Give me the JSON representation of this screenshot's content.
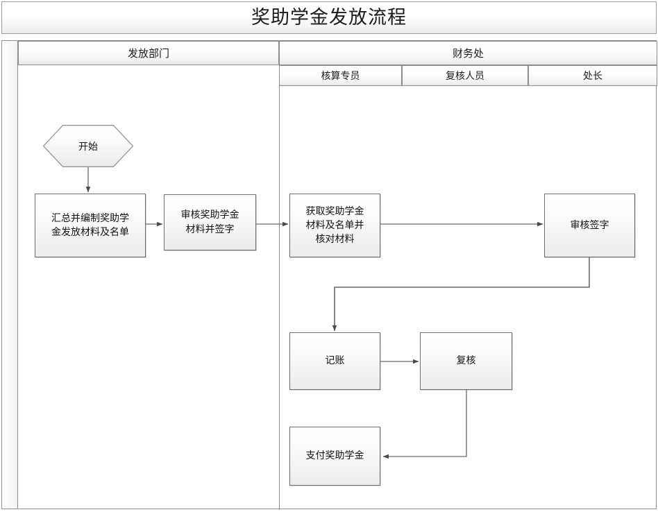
{
  "title": "奖助学金发放流程",
  "lanes": {
    "left": {
      "label": "发放部门"
    },
    "right": {
      "label": "财务处",
      "sub_lanes": [
        {
          "label": "核算专员"
        },
        {
          "label": "复核人员"
        },
        {
          "label": "处长"
        }
      ]
    }
  },
  "chart_data": {
    "type": "diagram",
    "title": "奖助学金发放流程",
    "nodes": [
      {
        "id": "start",
        "shape": "hexagon",
        "label": "开始",
        "lane": "发放部门"
      },
      {
        "id": "compile",
        "shape": "rect",
        "label": "汇总并编制奖助学\n金发放材料及名单",
        "lane": "发放部门"
      },
      {
        "id": "review1",
        "shape": "rect",
        "label": "审核奖助学金\n材料并签字",
        "lane": "发放部门"
      },
      {
        "id": "fetch",
        "shape": "rect",
        "label": "获取奖助学金\n材料及名单并\n核对材料",
        "lane": "核算专员"
      },
      {
        "id": "sign",
        "shape": "rect",
        "label": "审核签字",
        "lane": "处长"
      },
      {
        "id": "book",
        "shape": "rect",
        "label": "记账",
        "lane": "核算专员"
      },
      {
        "id": "recheck",
        "shape": "rect",
        "label": "复核",
        "lane": "复核人员"
      },
      {
        "id": "pay",
        "shape": "rect",
        "label": "支付奖助学金",
        "lane": "核算专员"
      }
    ],
    "edges": [
      {
        "from": "start",
        "to": "compile",
        "label": ""
      },
      {
        "from": "compile",
        "to": "review1",
        "label": ""
      },
      {
        "from": "review1",
        "to": "fetch",
        "label": ""
      },
      {
        "from": "fetch",
        "to": "sign",
        "label": ""
      },
      {
        "from": "sign",
        "to": "book",
        "label": ""
      },
      {
        "from": "book",
        "to": "recheck",
        "label": ""
      },
      {
        "from": "recheck",
        "to": "pay",
        "label": ""
      }
    ]
  },
  "colors": {
    "frame_border": "#8d8d8d",
    "node_border": "#6e6e6e",
    "connector": "#606060",
    "text": "#111111",
    "node_fill_top": "#ffffff",
    "node_fill_bottom": "#ebebeb"
  }
}
